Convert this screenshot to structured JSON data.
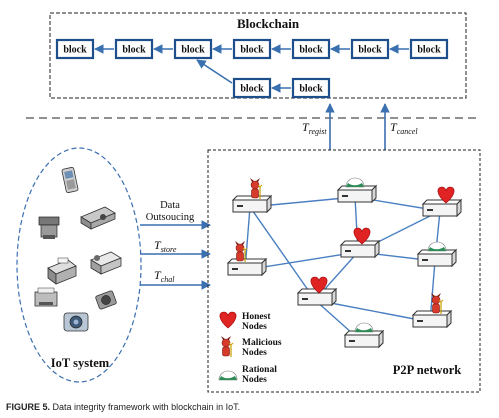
{
  "blockchain": {
    "title": "Blockchain",
    "block_label": "block",
    "top_row_count": 7,
    "branch_count": 2
  },
  "transactions": {
    "regist": {
      "main": "T",
      "sub": "regist"
    },
    "cancel": {
      "main": "T",
      "sub": "cancel"
    }
  },
  "iot": {
    "title": "IoT system",
    "devices": [
      "phone-icon",
      "printer-icon",
      "projector-icon",
      "printer-icon",
      "fax-icon",
      "printer-icon",
      "camera-icon",
      "camera-icon"
    ]
  },
  "arrows": {
    "data_line1": "Data",
    "data_line2": "Outsoucing",
    "store": {
      "main": "T",
      "sub": "store"
    },
    "chal": {
      "main": "T",
      "sub": "chal"
    }
  },
  "network": {
    "title": "P2P network",
    "legend": [
      {
        "line1": "Honest",
        "line2": "Nodes",
        "kind": "honest"
      },
      {
        "line1": "Malicious",
        "line2": "Nodes",
        "kind": "malicious"
      },
      {
        "line1": "Rational",
        "line2": "Nodes",
        "kind": "rational"
      }
    ]
  },
  "colors": {
    "block_border": "#1f4e8c",
    "arrow": "#3a6fb0",
    "link": "#4a7fc1",
    "honest": "#e02424",
    "malicious": "#c0392b",
    "rational": "#2e8b57"
  },
  "caption": {
    "label": "FIGURE 5.",
    "text": "Data integrity framework with blockchain in IoT."
  }
}
